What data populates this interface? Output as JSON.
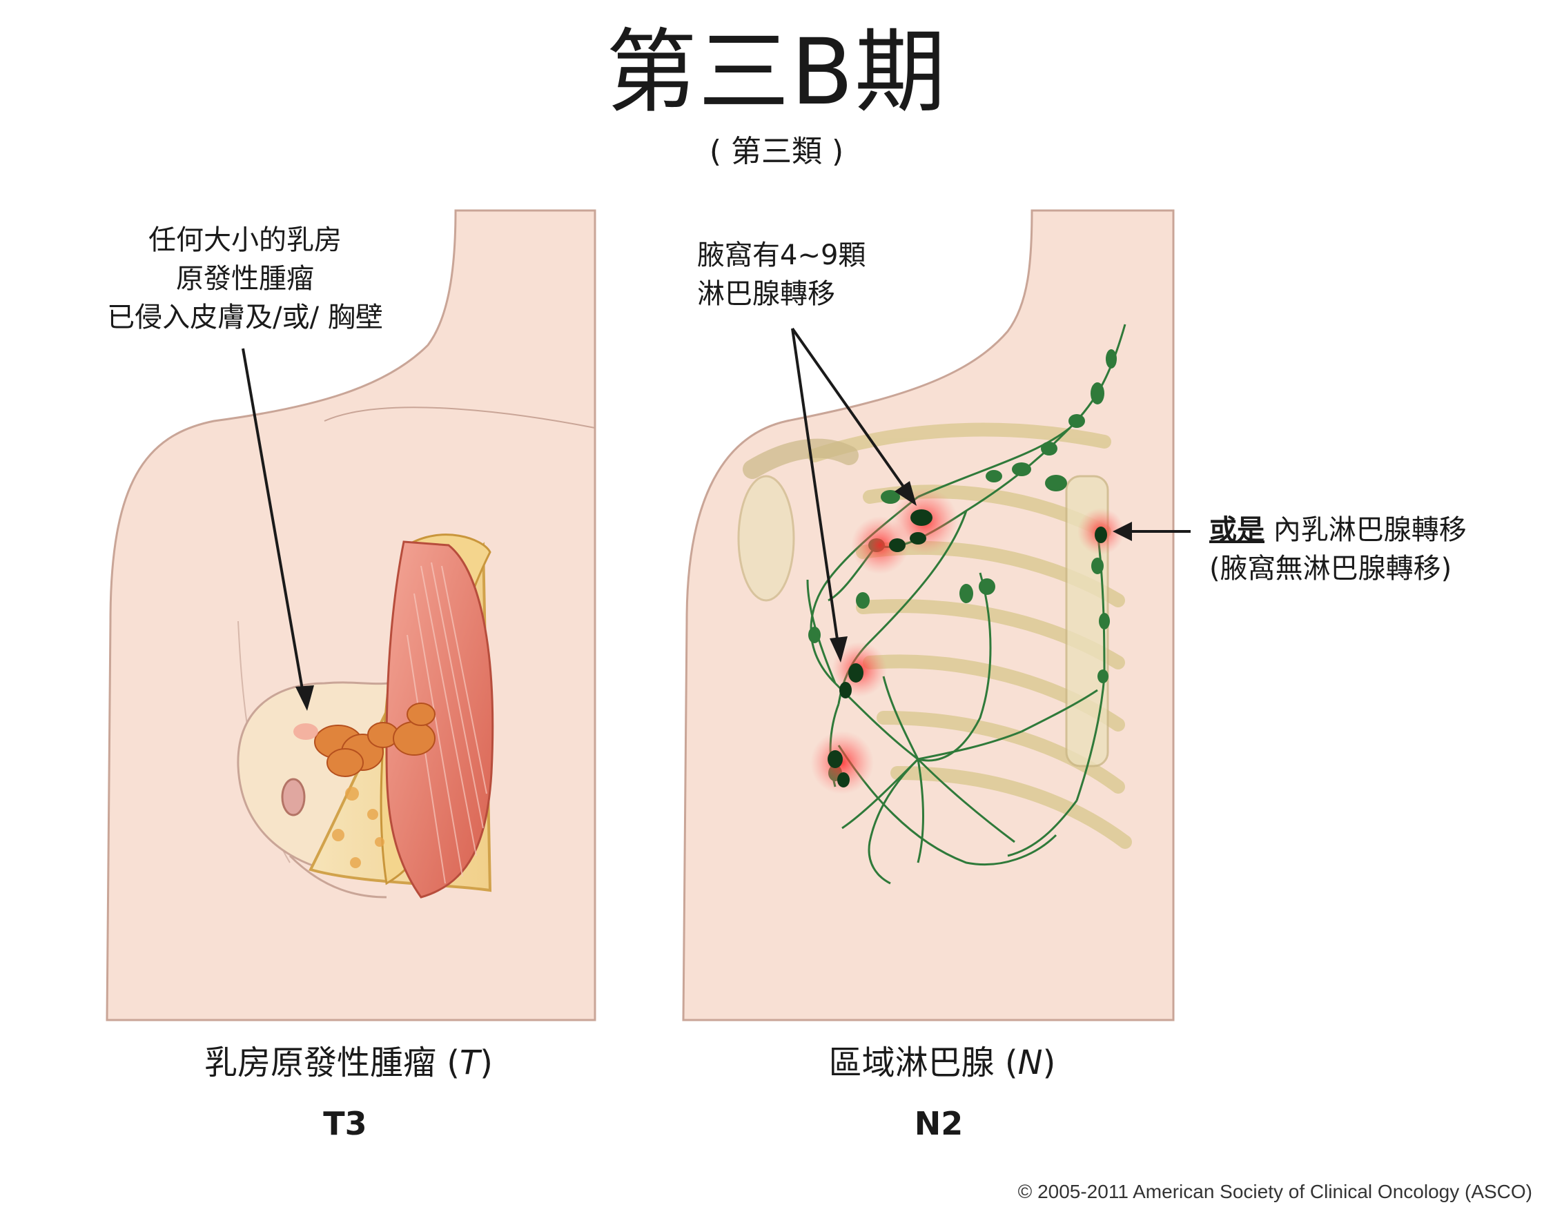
{
  "title": "第三B期",
  "subtitle": "( 第三類 )",
  "left_panel": {
    "annotation_lines": [
      "任何大小的乳房",
      "原發性腫瘤",
      "已侵入皮膚及/或/ 胸壁"
    ],
    "label_main": "乳房原發性腫瘤 (",
    "label_italic": "T",
    "label_close": ")",
    "code": "T3"
  },
  "right_panel": {
    "annotation_lines": [
      "腋窩有4~9顆",
      "淋巴腺轉移"
    ],
    "side_bold": "或是",
    "side_text": " 內乳淋巴腺轉移",
    "side_line2": "(腋窩無淋巴腺轉移)",
    "label_main": "區域淋巴腺 (",
    "label_italic": "N",
    "label_close": ")",
    "code": "N2"
  },
  "copyright": "© 2005-2011 American Society of Clinical Oncology (ASCO)",
  "colors": {
    "skin": "#f7ddd2",
    "skin_outline": "#c9a597",
    "lymph": "#2f7a3a",
    "highlight": "#e63946",
    "muscle": "#e58b7a",
    "bone": "#efe2b6"
  }
}
